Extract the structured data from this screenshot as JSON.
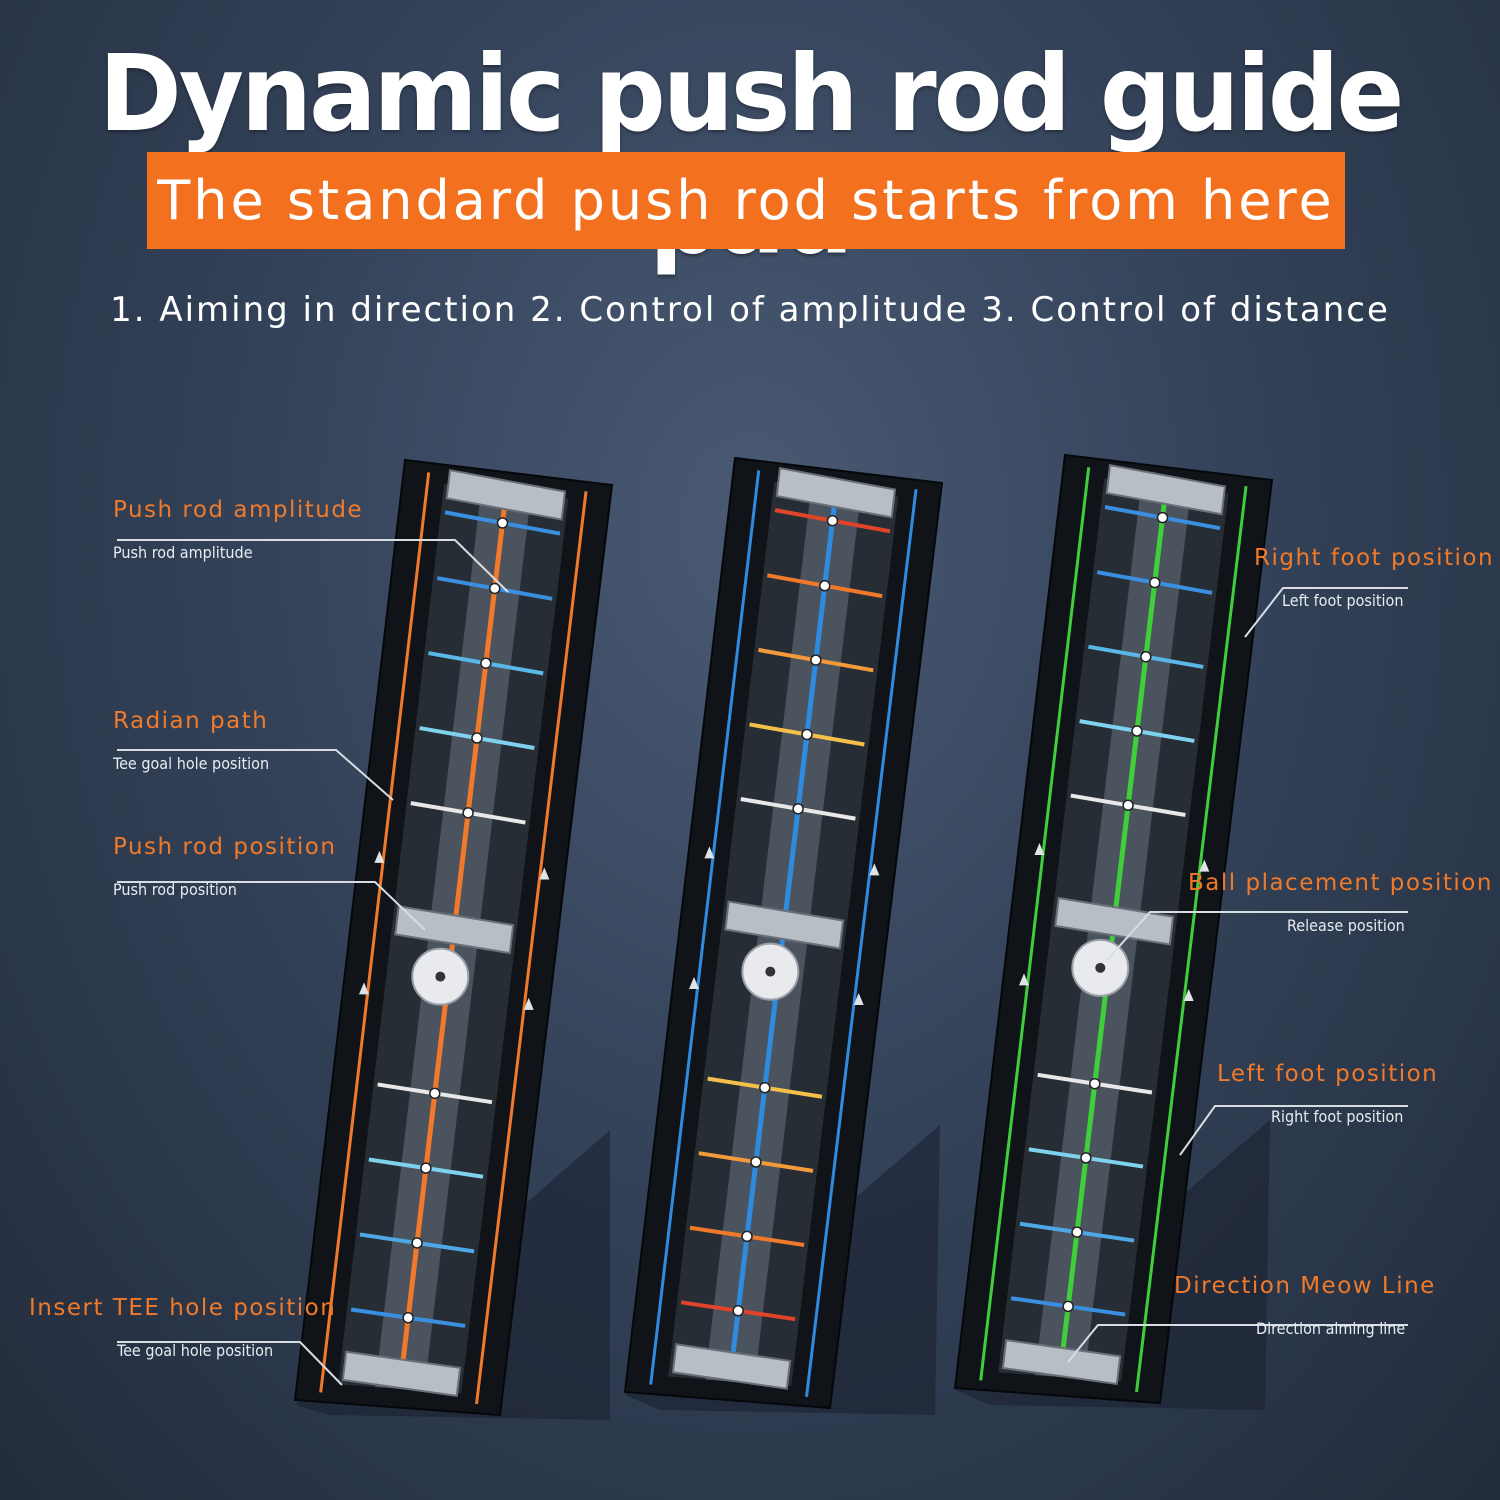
{
  "title": "Dynamic push rod guide pad",
  "banner": "The standard push rod starts from here",
  "features": "1. Aiming in direction 2. Control of amplitude 3. Control of distance",
  "mats": [
    {
      "name": "orange-mat",
      "accent": "#f07a2a"
    },
    {
      "name": "blue-mat",
      "accent": "#2f8be0"
    },
    {
      "name": "green-mat",
      "accent": "#3fcf3a"
    }
  ],
  "callouts": {
    "push_rod_amplitude": {
      "label": "Push rod amplitude",
      "sub": "Push rod amplitude"
    },
    "radian_path": {
      "label": "Radian path",
      "sub": "Tee goal hole position"
    },
    "push_rod_position": {
      "label": "Push rod position",
      "sub": "Push rod position"
    },
    "insert_tee": {
      "label": "Insert TEE hole position",
      "sub": "Tee goal hole position"
    },
    "right_foot": {
      "label": "Right foot position",
      "sub": "Left foot position"
    },
    "ball_placement": {
      "label": "Ball placement position",
      "sub": "Release position"
    },
    "left_foot": {
      "label": "Left foot position",
      "sub": "Right foot position"
    },
    "direction_line": {
      "label": "Direction Meow Line",
      "sub": "Direction aiming line"
    }
  },
  "colors": {
    "orange": "#f3701f",
    "label_orange": "#f07a2a",
    "blue": "#2f8be0",
    "green": "#3fcf3a"
  }
}
